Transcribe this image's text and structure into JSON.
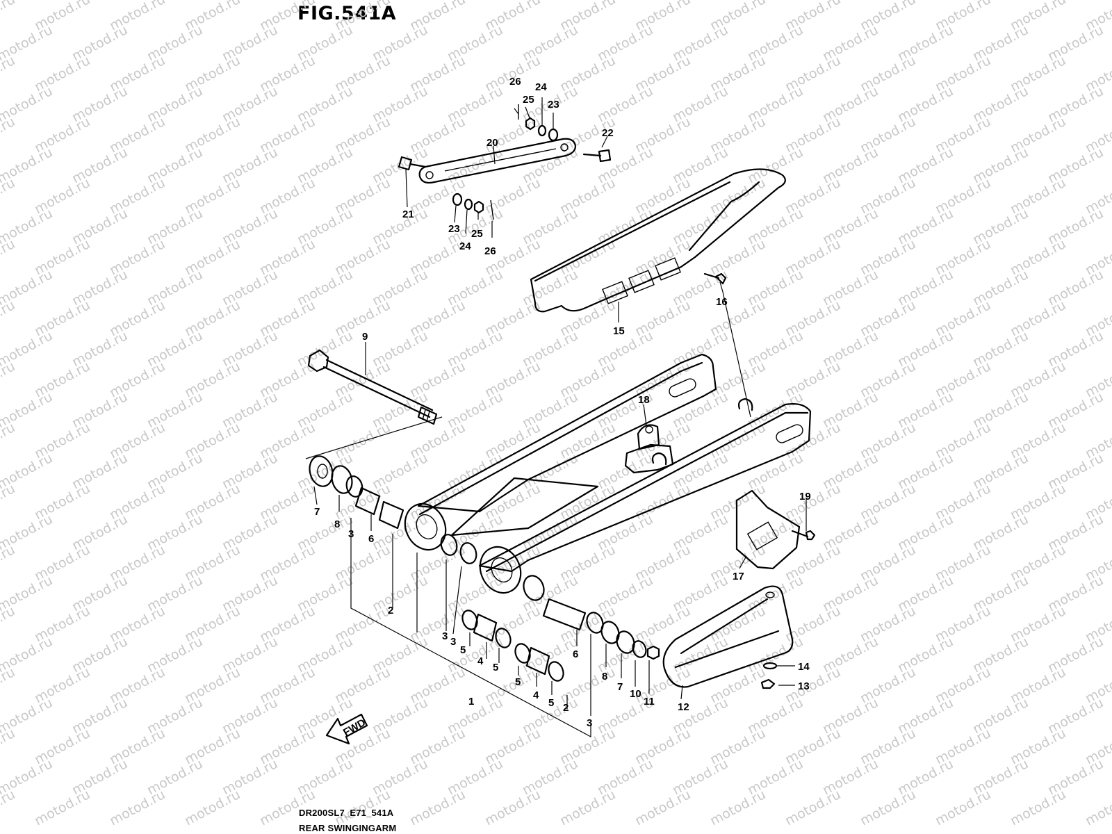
{
  "figure_title": "FIG.541A",
  "watermark_text": "motod.ru",
  "footer": {
    "code": "DR200SL7_E71_541A",
    "name": "REAR SWINGINGARM"
  },
  "fwd_label": "FWD",
  "callouts": [
    {
      "id": "c26a",
      "text": "26"
    },
    {
      "id": "c25a",
      "text": "25"
    },
    {
      "id": "c24a",
      "text": "24"
    },
    {
      "id": "c23a",
      "text": "23"
    },
    {
      "id": "c22",
      "text": "22"
    },
    {
      "id": "c20",
      "text": "20"
    },
    {
      "id": "c21",
      "text": "21"
    },
    {
      "id": "c23b",
      "text": "23"
    },
    {
      "id": "c25b",
      "text": "25"
    },
    {
      "id": "c24b",
      "text": "24"
    },
    {
      "id": "c26b",
      "text": "26"
    },
    {
      "id": "c16",
      "text": "16"
    },
    {
      "id": "c15",
      "text": "15"
    },
    {
      "id": "c9",
      "text": "9"
    },
    {
      "id": "c18",
      "text": "18"
    },
    {
      "id": "c19",
      "text": "19"
    },
    {
      "id": "c17",
      "text": "17"
    },
    {
      "id": "c7a",
      "text": "7"
    },
    {
      "id": "c8a",
      "text": "8"
    },
    {
      "id": "c3a",
      "text": "3"
    },
    {
      "id": "c6a",
      "text": "6"
    },
    {
      "id": "c2a",
      "text": "2"
    },
    {
      "id": "c3b",
      "text": "3"
    },
    {
      "id": "c3c",
      "text": "3"
    },
    {
      "id": "c5a",
      "text": "5"
    },
    {
      "id": "c4a",
      "text": "4"
    },
    {
      "id": "c5b",
      "text": "5"
    },
    {
      "id": "c1",
      "text": "1"
    },
    {
      "id": "c5c",
      "text": "5"
    },
    {
      "id": "c4b",
      "text": "4"
    },
    {
      "id": "c5d",
      "text": "5"
    },
    {
      "id": "c2b",
      "text": "2"
    },
    {
      "id": "c6b",
      "text": "6"
    },
    {
      "id": "c3d",
      "text": "3"
    },
    {
      "id": "c8b",
      "text": "8"
    },
    {
      "id": "c7b",
      "text": "7"
    },
    {
      "id": "c10",
      "text": "10"
    },
    {
      "id": "c11",
      "text": "11"
    },
    {
      "id": "c12",
      "text": "12"
    },
    {
      "id": "c14",
      "text": "14"
    },
    {
      "id": "c13",
      "text": "13"
    }
  ]
}
